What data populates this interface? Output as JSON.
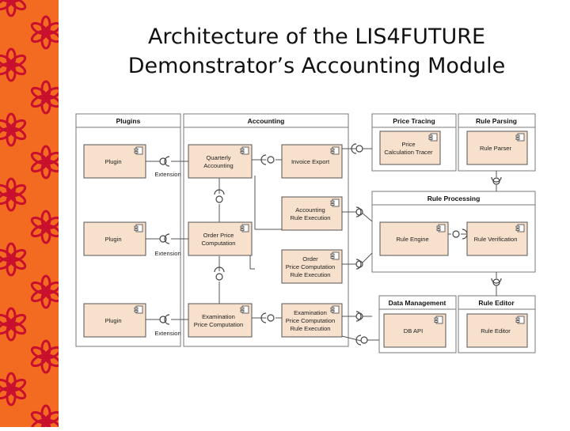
{
  "title": {
    "line1": "Architecture of the LIS4FUTURE",
    "line2": "Demonstrator’s Accounting Module"
  },
  "colors": {
    "strip": "#f26b21",
    "flower": "#c8102e",
    "component_fill": "#f7e0cc",
    "package_border": "#7a7a7a"
  },
  "diagram": {
    "packages": {
      "plugins": "Plugins",
      "accounting": "Accounting",
      "price_tracing": "Price Tracing",
      "rule_parsing": "Rule Parsing",
      "rule_processing": "Rule Processing",
      "data_management": "Data Management",
      "rule_editor": "Rule Editor"
    },
    "components": {
      "plugin_1": [
        "Plugin"
      ],
      "plugin_2": [
        "Plugin"
      ],
      "plugin_3": [
        "Plugin"
      ],
      "quarterly_accounting": [
        "Quarterly",
        "Accounting"
      ],
      "invoice_export": [
        "Invoice Export"
      ],
      "accounting_rule_execution": [
        "Accounting",
        "Rule Execution"
      ],
      "order_price_computation": [
        "Order Price",
        "Computation"
      ],
      "order_price_computation_rule_execution": [
        "Order",
        "Price Computation",
        "Rule Execution"
      ],
      "examination_price_computation": [
        "Examination",
        "Price Computation"
      ],
      "examination_price_computation_rule_execution": [
        "Examination",
        "Price Computation",
        "Rule Execution"
      ],
      "price_calculation_tracer": [
        "Price",
        "Calculation Tracer"
      ],
      "rule_parser": [
        "Rule Parser"
      ],
      "rule_engine": [
        "Rule Engine"
      ],
      "rule_verification": [
        "Rule Verification"
      ],
      "db_api": [
        "DB API"
      ],
      "rule_editor": [
        "Rule Editor"
      ]
    },
    "extension_label": "Extension"
  }
}
